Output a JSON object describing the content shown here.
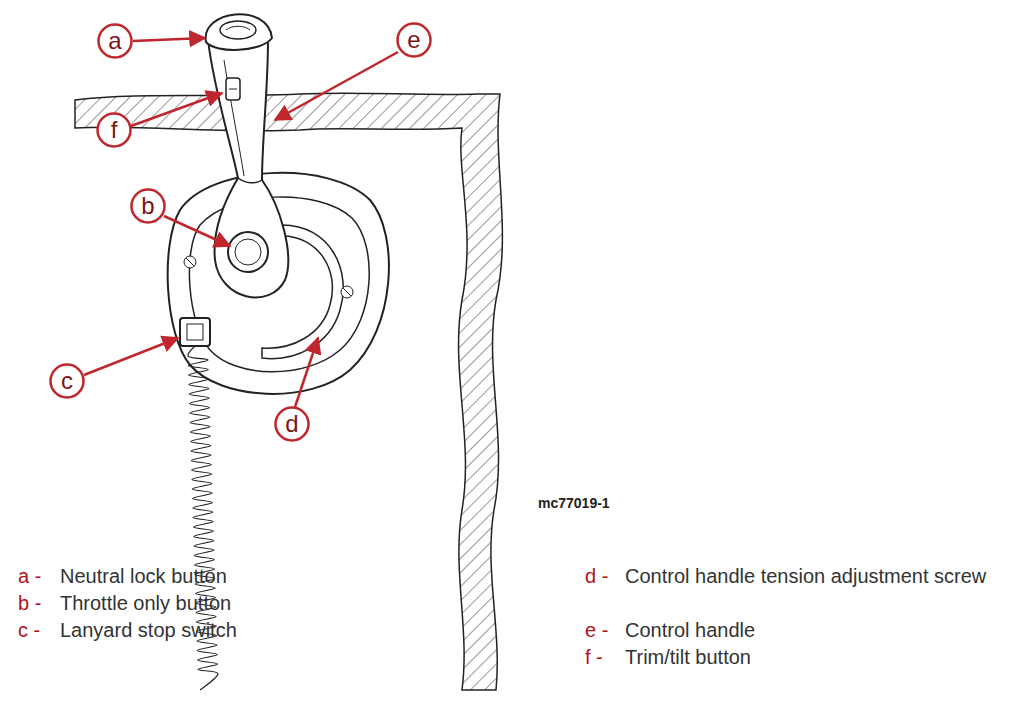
{
  "diagram": {
    "nodes": [
      {
        "text": [
          "a"
        ]
      },
      {
        "text": [
          "e"
        ]
      },
      {
        "text": [
          "f"
        ]
      },
      {
        "text": [
          "b"
        ]
      },
      {
        "text": [
          "c"
        ]
      },
      {
        "text": [
          "d"
        ]
      }
    ],
    "labels": [
      "mc77019-1",
      "a -",
      "Neutral lock button",
      "b -",
      "Throttle only button",
      "c -",
      "Lanyard stop switch",
      "d -",
      "Control handle tension adjustment screw",
      "e -",
      "Control handle",
      "f -",
      "Trim/tilt button"
    ]
  }
}
